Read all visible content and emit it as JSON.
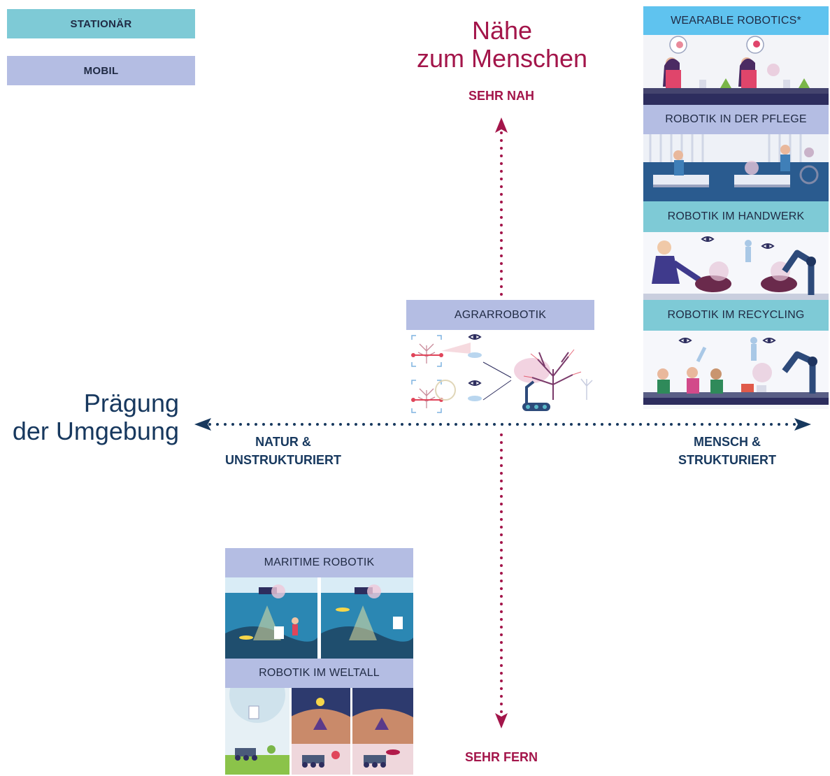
{
  "legend": {
    "stationary": {
      "label": "STATIONÄR",
      "color": "#7ecad6"
    },
    "mobile": {
      "label": "MOBIL",
      "color": "#b4bde3"
    }
  },
  "axes": {
    "vertical": {
      "title_line1": "Nähe",
      "title_line2": "zum Menschen",
      "top_label": "SEHR NAH",
      "bottom_label": "SEHR FERN",
      "color": "#a3154a"
    },
    "horizontal": {
      "title_line1": "Prägung",
      "title_line2": "der Umgebung",
      "left_label_line1": "NATUR &",
      "left_label_line2": "UNSTRUKTURIERT",
      "right_label_line1": "MENSCH &",
      "right_label_line2": "STRUKTURIERT",
      "color": "#17385e"
    }
  },
  "cards": {
    "wearable": {
      "label": "WEARABLE ROBOTICS*",
      "color": "#5fc3ef"
    },
    "pflege": {
      "label": "ROBOTIK IN DER PFLEGE",
      "color": "#b4bde3"
    },
    "handwerk": {
      "label": "ROBOTIK IM HANDWERK",
      "color": "#7ecad6"
    },
    "recycling": {
      "label": "ROBOTIK IM RECYCLING",
      "color": "#7ecad6"
    },
    "agrar": {
      "label": "AGRARROBOTIK",
      "color": "#b4bde3"
    },
    "maritime": {
      "label": "MARITIME ROBOTIK",
      "color": "#b4bde3"
    },
    "weltall": {
      "label": "ROBOTIK IM WELTALL",
      "color": "#b4bde3"
    }
  }
}
